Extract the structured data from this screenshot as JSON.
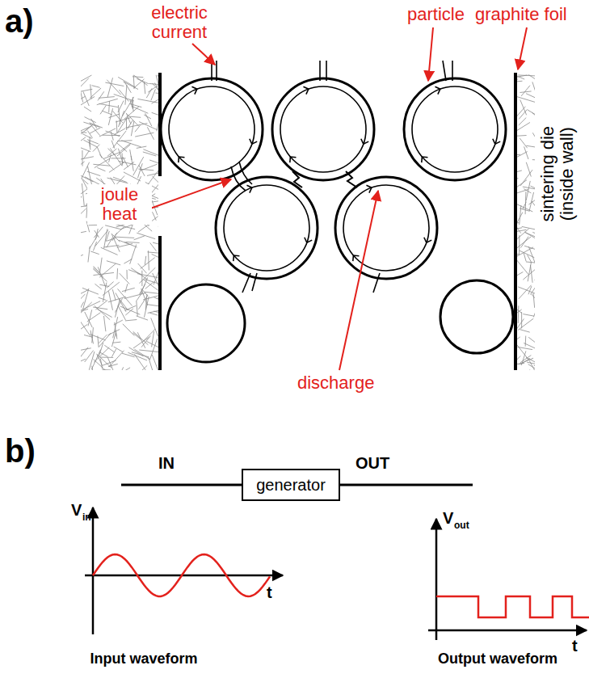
{
  "diagram": {
    "nodes": [
      {
        "text": [
          "generator"
        ]
      }
    ],
    "labels": [
      "a)",
      "electric current",
      "particle",
      "graphite foil",
      "joule heat",
      "discharge",
      "sintering die (inside wall)",
      "b)",
      "IN",
      "OUT",
      "V",
      "in",
      "t",
      "Input waveform",
      "V",
      "out",
      "t",
      "Output waveform"
    ]
  }
}
